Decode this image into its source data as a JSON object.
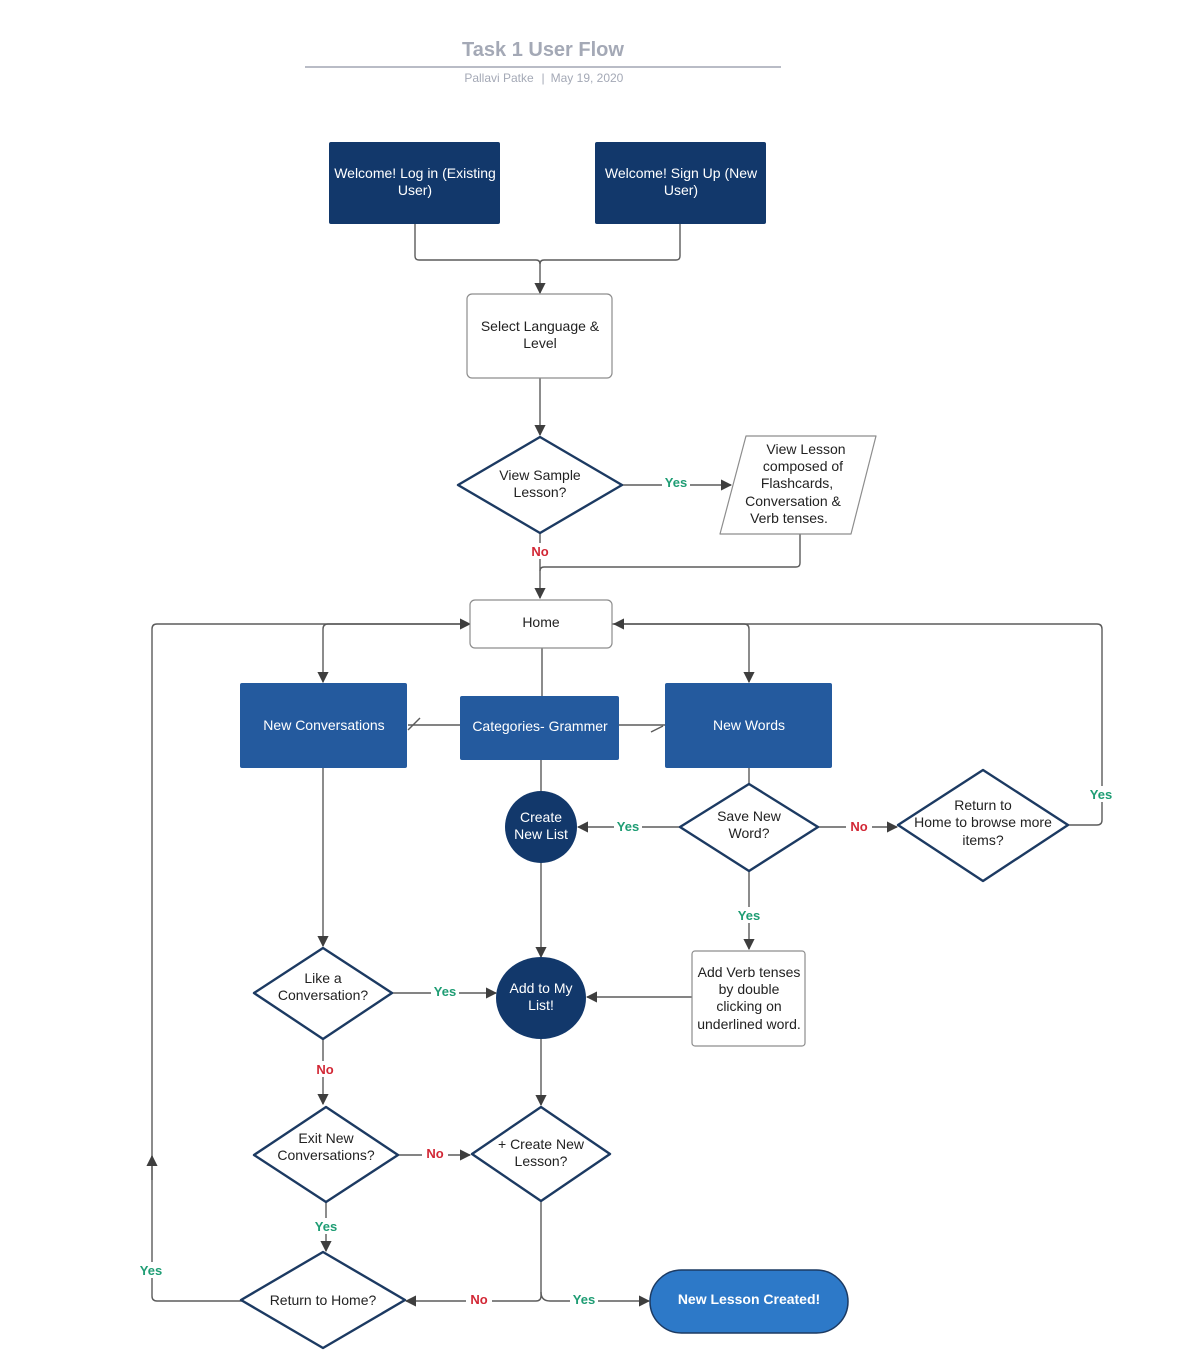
{
  "header": {
    "title": "Task 1 User Flow",
    "author": "Pallavi Patke",
    "separator": "|",
    "date": "May 19, 2020"
  },
  "colors": {
    "dark_navy": "#12386b",
    "medium_blue": "#245a9e",
    "terminal_blue": "#2d79c8",
    "diamond_border": "#1c3a62",
    "yes_label": "#1f9d74",
    "no_label": "#d22735"
  },
  "nodes": {
    "login": [
      "Welcome! Log in (Existing",
      "User)"
    ],
    "signup": [
      "Welcome! Sign Up (New",
      "User)"
    ],
    "select_language": [
      "Select Language &",
      "Level"
    ],
    "view_sample": [
      "View Sample",
      "Lesson?"
    ],
    "view_lesson": [
      "View Lesson",
      "composed of",
      "Flashcards,",
      "Conversation &",
      "Verb tenses."
    ],
    "home": [
      "Home"
    ],
    "new_conversations": [
      "New Conversations"
    ],
    "categories": [
      "Categories- Grammer"
    ],
    "new_words": [
      "New Words"
    ],
    "create_new_list": [
      "Create",
      "New List"
    ],
    "save_new_word": [
      "Save New",
      "Word?"
    ],
    "return_home_browse": [
      "Return to",
      "Home to browse more",
      "items?"
    ],
    "add_verb_tenses": [
      "Add Verb tenses",
      "by double",
      "clicking on",
      "underlined word."
    ],
    "like_conversation": [
      "Like a",
      "Conversation?"
    ],
    "add_to_my_list": [
      "Add to My",
      "List!"
    ],
    "exit_new_conversations": [
      "Exit New",
      "Conversations?"
    ],
    "create_new_lesson": [
      "+ Create New",
      "Lesson?"
    ],
    "return_to_home": [
      "Return to Home?"
    ],
    "new_lesson_created": [
      "New Lesson Created!"
    ]
  },
  "edge_labels": {
    "yes": "Yes",
    "no": "No"
  }
}
